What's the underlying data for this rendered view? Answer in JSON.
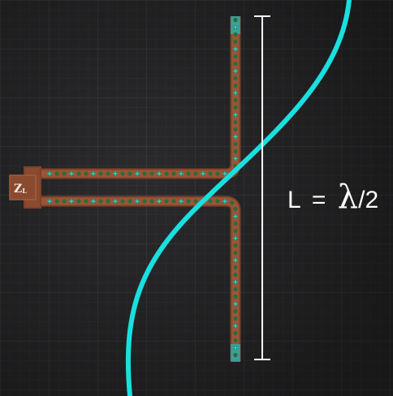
{
  "load_label": {
    "main": "Z",
    "sub": "L"
  },
  "length_label": {
    "lhs": "L",
    "equals": "=",
    "lambda": "λ",
    "fraction": "/2"
  },
  "colors": {
    "background": "#2b2b2d",
    "grid": "#3a3a3d",
    "conductor": "#9a5538",
    "conductor_edge": "#b5663f",
    "wave": "#19e0e0",
    "charge_positive": "#26d6d6",
    "charge_negative": "#2f6b35",
    "measure_line": "#ffffff"
  },
  "icons": {
    "load_box": "impedance-box-icon",
    "charge": "plus-charge-icon"
  }
}
